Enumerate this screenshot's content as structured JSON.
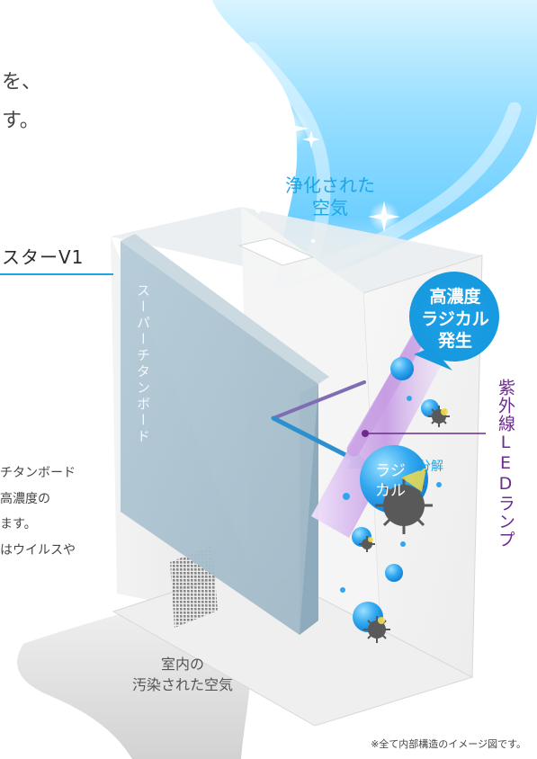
{
  "intro": {
    "line1": "を、",
    "line2": "す。"
  },
  "filter": {
    "label": "スターV1"
  },
  "side_note": {
    "line1": "チタンボード",
    "line2": "高濃度の",
    "line3": "ます。",
    "line4": "はウイルスや"
  },
  "labels": {
    "clean_air_line1": "浄化された",
    "clean_air_line2": "空気",
    "board": "スーパーチタンボード",
    "radical_burst_line1": "高濃度",
    "radical_burst_line2": "ラジカル",
    "radical_burst_line3": "発生",
    "uv_lamp": "紫外線LEDランプ",
    "radical_small_line1": "ラジ",
    "radical_small_line2": "カル",
    "decompose": "分解",
    "dirty_air_line1": "室内の",
    "dirty_air_line2": "汚染された空気"
  },
  "footnote": "※全て内部構造のイメージ図です。",
  "colors": {
    "accent_blue": "#1ba7e6",
    "radical_blue": "#2f9fe4",
    "uv_purple": "#6c2b8d",
    "purple_glow": "#b584d4",
    "virus_gray": "#595959",
    "virus_yellow": "#f2dc4b"
  }
}
